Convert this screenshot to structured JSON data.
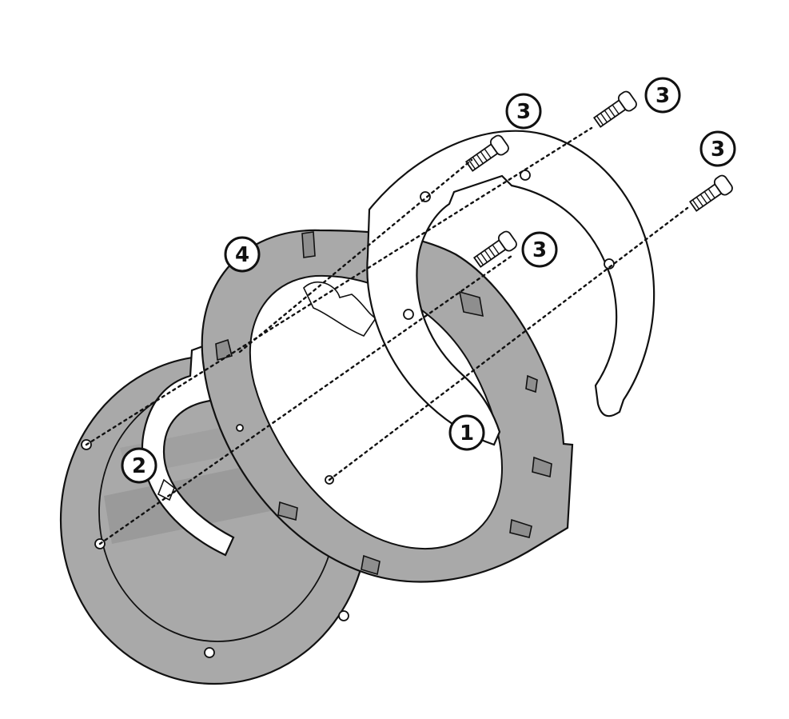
{
  "colors": {
    "part_fill": "#a9a9a9",
    "part_fill_dark": "#8e8e8e",
    "outline": "#111111",
    "background": "#ffffff"
  },
  "callouts": [
    {
      "id": "screw-top-middle",
      "label": "3"
    },
    {
      "id": "screw-top-right",
      "label": "3"
    },
    {
      "id": "screw-right",
      "label": "3"
    },
    {
      "id": "screw-center",
      "label": "3"
    },
    {
      "id": "mount-ring",
      "label": "4"
    },
    {
      "id": "adapter-plate",
      "label": "1"
    },
    {
      "id": "spacer-ring",
      "label": "2"
    }
  ]
}
